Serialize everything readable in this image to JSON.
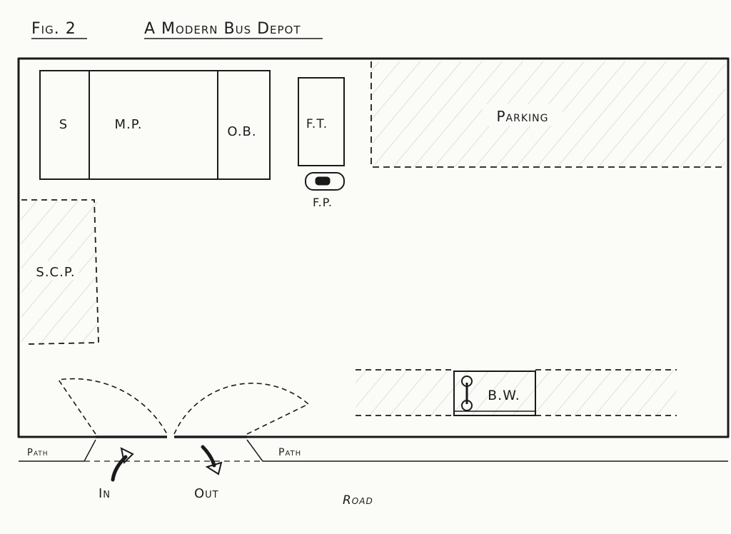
{
  "figure": {
    "label": "Fig. 2",
    "title": "A Modern Bus Depot"
  },
  "buildings": {
    "s": "S",
    "mp": "M.P.",
    "ob": "O.B.",
    "ft": "F.T.",
    "fp": "F.P."
  },
  "areas": {
    "parking": "Parking",
    "scp": "S.C.P.",
    "bw": "B.W."
  },
  "access": {
    "path_left": "Path",
    "path_right": "Path",
    "in": "In",
    "out": "Out",
    "road": "Road"
  }
}
